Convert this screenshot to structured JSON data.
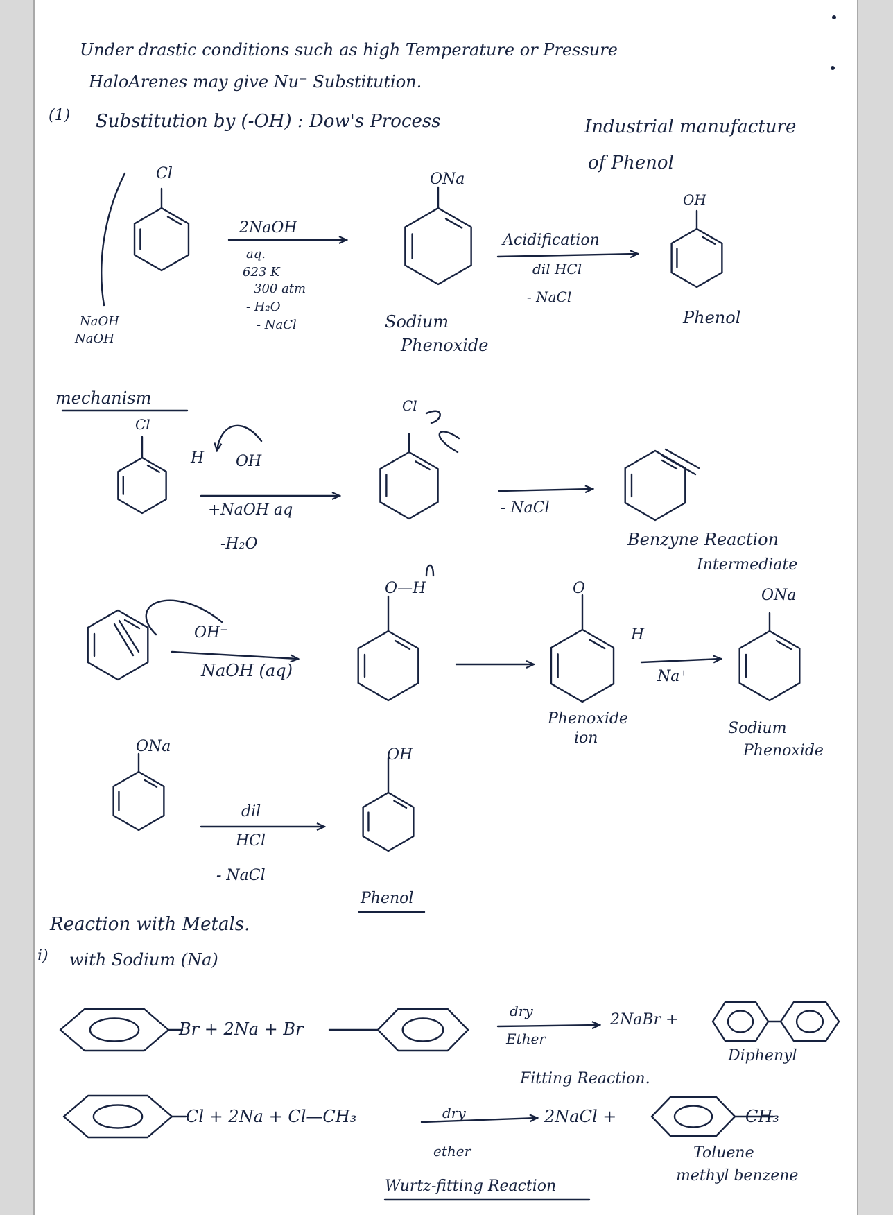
{
  "intro": {
    "line1": "Under drastic conditions such as high Temperature or Pressure",
    "line2": "HaloArenes may give Nu⁻ Substitution.",
    "line3_num": "(1)",
    "line3_text": "Substitution by (-OH) : Dow's Process",
    "line3_result": "Industrial manufacture",
    "line4": "of Phenol"
  },
  "dow": {
    "reactant_group": "Cl",
    "side_note1": "NaOH",
    "side_note2": "NaOH",
    "reagent": "2NaOH",
    "conditions": [
      "aq.",
      "623 K",
      "300 atm",
      "- H₂O",
      "- NaCl"
    ],
    "product_group": "ONa",
    "product_name1": "Sodium",
    "product_name2": "Phenoxide",
    "step2_top": "Acidification",
    "step2_mid": "dil HCl",
    "step2_bottom": "- NaCl",
    "final_group": "OH",
    "final_name": "Phenol"
  },
  "mechanism": {
    "heading": "mechanism",
    "r1_group": "Cl",
    "r1_h": "H",
    "r1_oh": "OH",
    "r1_reagent": "+NaOH aq",
    "r1_loss": "-H₂O",
    "r1_mid_group": "Cl",
    "r1_step_loss": "- NaCl",
    "benzyne_name1": "Benzyne Reaction",
    "benzyne_name2": "Intermediate",
    "r2_oh": "OH⁻",
    "r2_reagent": "NaOH (aq)",
    "r2_mid_group": "O—H",
    "r2_ion_group": "O",
    "r2_h": "H",
    "r2_ion_name1": "Phenoxide",
    "r2_ion_name2": "ion",
    "r2_na": "Na⁺",
    "r2_final_group": "ONa",
    "r2_final_name1": "Sodium",
    "r2_final_name2": "Phenoxide",
    "r3_group": "ONa",
    "r3_reagent1": "dil",
    "r3_reagent2": "HCl",
    "r3_loss": "- NaCl",
    "r3_product_group": "OH",
    "r3_product_name": "Phenol"
  },
  "metals": {
    "heading": "Reaction with Metals.",
    "sub_num": "i)",
    "sub_text": "with Sodium (Na)",
    "fitting_left": "Br + 2Na + Br",
    "fitting_cond1": "dry",
    "fitting_cond2": "Ether",
    "fitting_product": "2NaBr +",
    "fitting_product_name": "Diphenyl",
    "fitting_name": "Fitting Reaction.",
    "wf_left": "Cl + 2Na + Cl—CH₃",
    "wf_cond1": "dry",
    "wf_cond2": "ether",
    "wf_product": "2NaCl +",
    "wf_product_group": "CH₃",
    "wf_product_name1": "Toluene",
    "wf_product_name2": "methyl benzene",
    "wf_name": "Wurtz-fitting Reaction"
  }
}
